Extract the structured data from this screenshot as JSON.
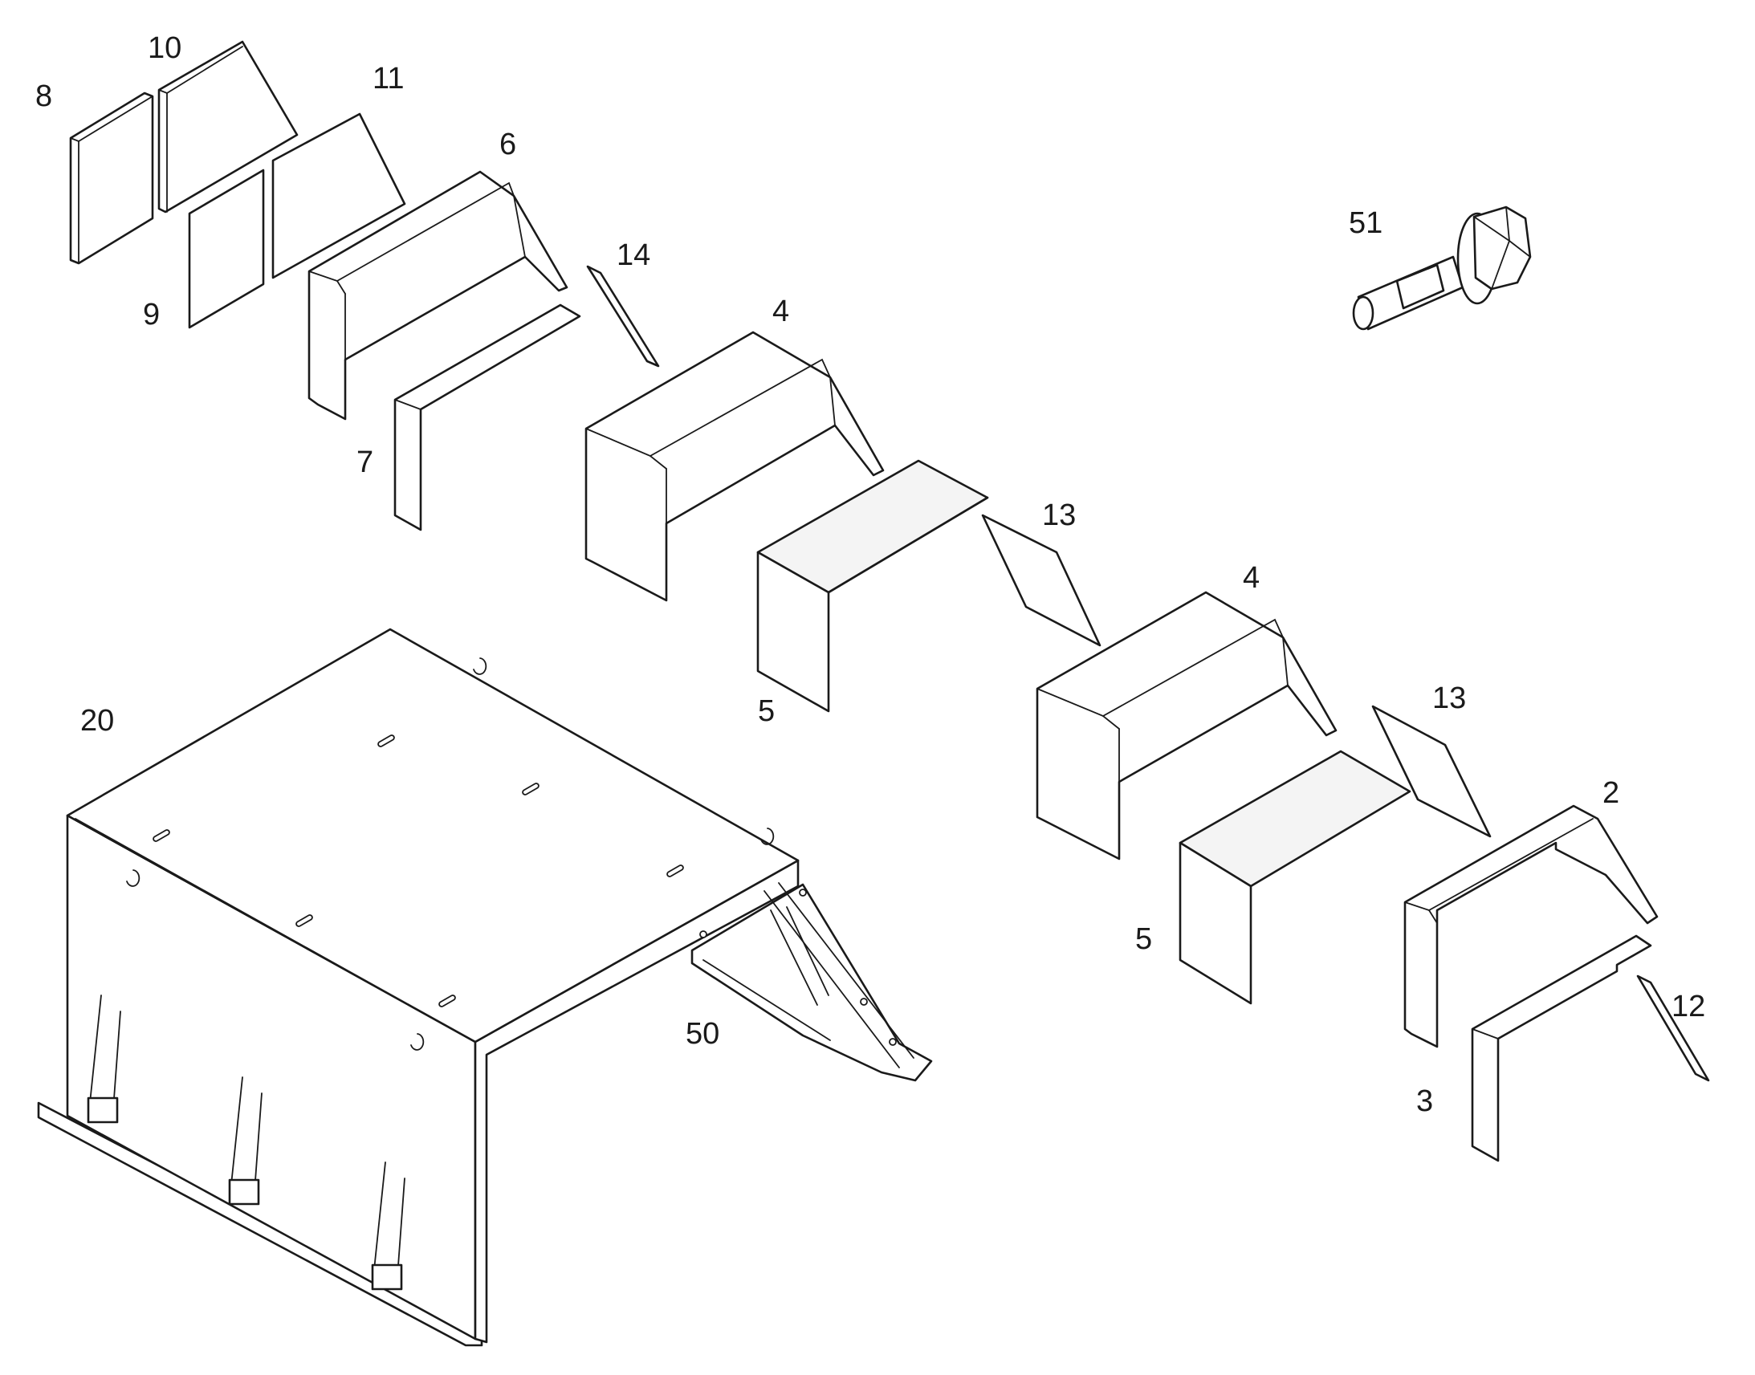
{
  "diagram": {
    "callouts": [
      {
        "id": "c8",
        "text": "8"
      },
      {
        "id": "c10",
        "text": "10"
      },
      {
        "id": "c11",
        "text": "11"
      },
      {
        "id": "c6",
        "text": "6"
      },
      {
        "id": "c9",
        "text": "9"
      },
      {
        "id": "c14",
        "text": "14"
      },
      {
        "id": "c7",
        "text": "7"
      },
      {
        "id": "c4a",
        "text": "4"
      },
      {
        "id": "c13a",
        "text": "13"
      },
      {
        "id": "c5a",
        "text": "5"
      },
      {
        "id": "c4b",
        "text": "4"
      },
      {
        "id": "c13b",
        "text": "13"
      },
      {
        "id": "c2",
        "text": "2"
      },
      {
        "id": "c5b",
        "text": "5"
      },
      {
        "id": "c12",
        "text": "12"
      },
      {
        "id": "c3",
        "text": "3"
      },
      {
        "id": "c20",
        "text": "20"
      },
      {
        "id": "c50",
        "text": "50"
      },
      {
        "id": "c51",
        "text": "51"
      }
    ]
  }
}
